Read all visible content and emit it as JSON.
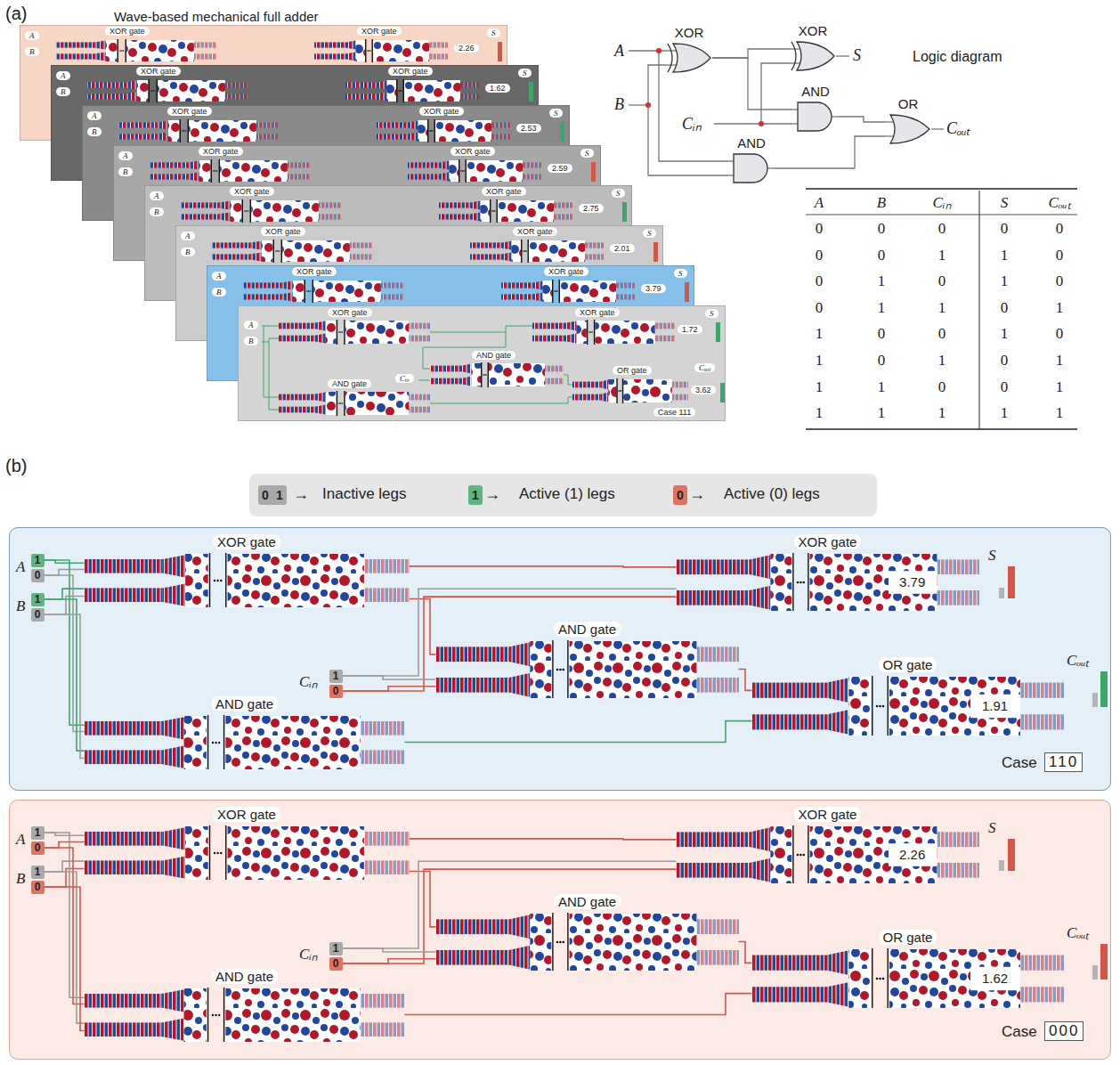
{
  "diagram": {
    "nodes": [
      {
        "text": [
          "A",
          "B",
          "XOR gate",
          "XOR gate",
          "2.26",
          "S"
        ]
      },
      {
        "text": [
          "A",
          "B",
          "XOR gate",
          "XOR gate",
          "1.62",
          "S"
        ]
      },
      {
        "text": [
          "A",
          "B",
          "XOR gate",
          "XOR gate",
          "2.53",
          "S"
        ]
      },
      {
        "text": [
          "A",
          "B",
          "XOR gate",
          "XOR gate",
          "2.59",
          "S"
        ]
      },
      {
        "text": [
          "A",
          "B",
          "XOR gate",
          "XOR gate",
          "2.75",
          "S"
        ]
      },
      {
        "text": [
          "A",
          "B",
          "XOR gate",
          "XOR gate",
          "2.01",
          "S"
        ]
      },
      {
        "text": [
          "A",
          "B",
          "XOR gate",
          "XOR gate",
          "3.79",
          "S"
        ]
      },
      {
        "text": [
          "A",
          "B",
          "Cᵢₙ",
          "XOR gate",
          "XOR gate",
          "AND gate",
          "OR gate",
          "AND gate",
          "1.72",
          "S",
          "3.62",
          "Cₒᵤₜ",
          "Case 111"
        ]
      },
      {
        "text": [
          "XOR"
        ]
      },
      {
        "text": [
          "XOR"
        ]
      },
      {
        "text": [
          "AND"
        ]
      },
      {
        "text": [
          "OR"
        ]
      },
      {
        "text": [
          "AND"
        ]
      },
      {
        "text": [
          "Case",
          "110"
        ]
      },
      {
        "text": [
          "1"
        ],
        "in": 13
      },
      {
        "text": [
          "0"
        ],
        "in": 13
      },
      {
        "text": [
          "1"
        ],
        "in": 13
      },
      {
        "text": [
          "0"
        ],
        "in": 13
      },
      {
        "text": [
          "XOR gate"
        ],
        "in": 13
      },
      {
        "text": [
          "XOR gate",
          "3.79"
        ],
        "in": 13
      },
      {
        "text": [
          "AND gate"
        ],
        "in": 13
      },
      {
        "text": [
          "1"
        ],
        "in": 13
      },
      {
        "text": [
          "0"
        ],
        "in": 13
      },
      {
        "text": [
          "OR gate",
          "1.91"
        ],
        "in": 13
      },
      {
        "text": [
          "AND gate"
        ],
        "in": 13
      },
      {
        "text": [
          "Case",
          "000"
        ]
      },
      {
        "text": [
          "1"
        ],
        "in": 25
      },
      {
        "text": [
          "0"
        ],
        "in": 25
      },
      {
        "text": [
          "1"
        ],
        "in": 25
      },
      {
        "text": [
          "0"
        ],
        "in": 25
      },
      {
        "text": [
          "XOR gate"
        ],
        "in": 25
      },
      {
        "text": [
          "XOR gate",
          "2.26"
        ],
        "in": 25
      },
      {
        "text": [
          "AND gate"
        ],
        "in": 25
      },
      {
        "text": [
          "1"
        ],
        "in": 25
      },
      {
        "text": [
          "0"
        ],
        "in": 25
      },
      {
        "text": [
          "OR gate",
          "1.62"
        ],
        "in": 25
      },
      {
        "text": [
          "AND gate"
        ],
        "in": 25
      }
    ],
    "edges": [
      {
        "from": 8,
        "to": 9,
        "arrow": "none"
      },
      {
        "from": 8,
        "to": 10,
        "arrow": "none"
      },
      {
        "from": 10,
        "to": 11,
        "arrow": "none"
      },
      {
        "from": 12,
        "to": 11,
        "arrow": "none"
      },
      {
        "from": 14,
        "to": 18,
        "arrow": "none"
      },
      {
        "from": 15,
        "to": 18,
        "arrow": "none"
      },
      {
        "from": 16,
        "to": 18,
        "arrow": "none"
      },
      {
        "from": 17,
        "to": 18,
        "arrow": "none"
      },
      {
        "from": 14,
        "to": 24,
        "arrow": "none"
      },
      {
        "from": 15,
        "to": 24,
        "arrow": "none"
      },
      {
        "from": 16,
        "to": 24,
        "arrow": "none"
      },
      {
        "from": 17,
        "to": 24,
        "arrow": "none"
      },
      {
        "from": 18,
        "to": 19,
        "arrow": "none"
      },
      {
        "from": 18,
        "to": 20,
        "arrow": "none"
      },
      {
        "from": 21,
        "to": 19,
        "arrow": "none"
      },
      {
        "from": 22,
        "to": 19,
        "arrow": "none"
      },
      {
        "from": 21,
        "to": 20,
        "arrow": "none"
      },
      {
        "from": 22,
        "to": 20,
        "arrow": "none"
      },
      {
        "from": 20,
        "to": 23,
        "arrow": "none"
      },
      {
        "from": 24,
        "to": 23,
        "arrow": "none"
      },
      {
        "from": 26,
        "to": 30,
        "arrow": "none"
      },
      {
        "from": 27,
        "to": 30,
        "arrow": "none"
      },
      {
        "from": 28,
        "to": 30,
        "arrow": "none"
      },
      {
        "from": 29,
        "to": 30,
        "arrow": "none"
      },
      {
        "from": 26,
        "to": 36,
        "arrow": "none"
      },
      {
        "from": 27,
        "to": 36,
        "arrow": "none"
      },
      {
        "from": 28,
        "to": 36,
        "arrow": "none"
      },
      {
        "from": 29,
        "to": 36,
        "arrow": "none"
      },
      {
        "from": 30,
        "to": 31,
        "arrow": "none"
      },
      {
        "from": 30,
        "to": 32,
        "arrow": "none"
      },
      {
        "from": 33,
        "to": 31,
        "arrow": "none"
      },
      {
        "from": 34,
        "to": 31,
        "arrow": "none"
      },
      {
        "from": 33,
        "to": 32,
        "arrow": "none"
      },
      {
        "from": 34,
        "to": 32,
        "arrow": "none"
      },
      {
        "from": 32,
        "to": 35,
        "arrow": "none"
      },
      {
        "from": 36,
        "to": 35,
        "arrow": "none"
      }
    ],
    "labels": [
      "(a)",
      "Wave-based mechanical full adder",
      "Logic diagram",
      "A",
      "B",
      "Cᵢₙ",
      "S",
      "Cₒᵤₜ",
      "A",
      "B",
      "Cᵢₙ",
      "S",
      "Cₒᵤₜ",
      "0",
      "0",
      "0",
      "0",
      "0",
      "0",
      "0",
      "1",
      "1",
      "0",
      "0",
      "1",
      "0",
      "1",
      "0",
      "0",
      "1",
      "1",
      "0",
      "1",
      "1",
      "0",
      "0",
      "1",
      "0",
      "1",
      "0",
      "1",
      "0",
      "1",
      "1",
      "1",
      "0",
      "0",
      "1",
      "1",
      "1",
      "1",
      "1",
      "1",
      "(b)",
      "0",
      "1",
      "→",
      "1",
      "→",
      "0",
      "→",
      "A",
      "B",
      "Cᵢₙ",
      "S",
      "Cₒᵤₜ",
      "A",
      "B",
      "Cᵢₙ",
      "S",
      "Cₒᵤₜ"
    ],
    "legend": [
      {
        "text": "Inactive legs",
        "color": "#a9a9a9"
      },
      {
        "text": "Active (1) legs",
        "color": "#5db57f"
      },
      {
        "text": "Active (0) legs",
        "color": "#e0735f"
      }
    ]
  }
}
